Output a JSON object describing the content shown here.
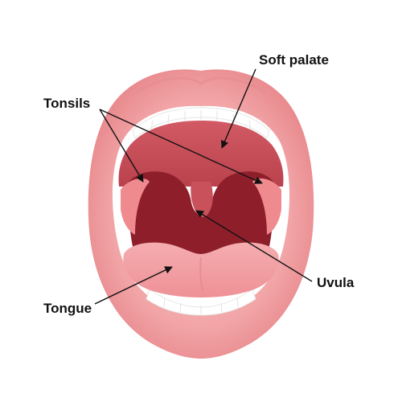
{
  "labels": {
    "soft_palate": "Soft palate",
    "tonsils": "Tonsils",
    "uvula": "Uvula",
    "tongue": "Tongue"
  },
  "side_id": "1726679989",
  "colors": {
    "lip": "#f2a6a8",
    "lip_dark": "#e68b8f",
    "teeth": "#ffffff",
    "palate": "#c9515b",
    "throat": "#8e1f2a",
    "tonsil": "#ef8a8f",
    "tongue": "#f3a1a5",
    "arrow": "#111111"
  }
}
